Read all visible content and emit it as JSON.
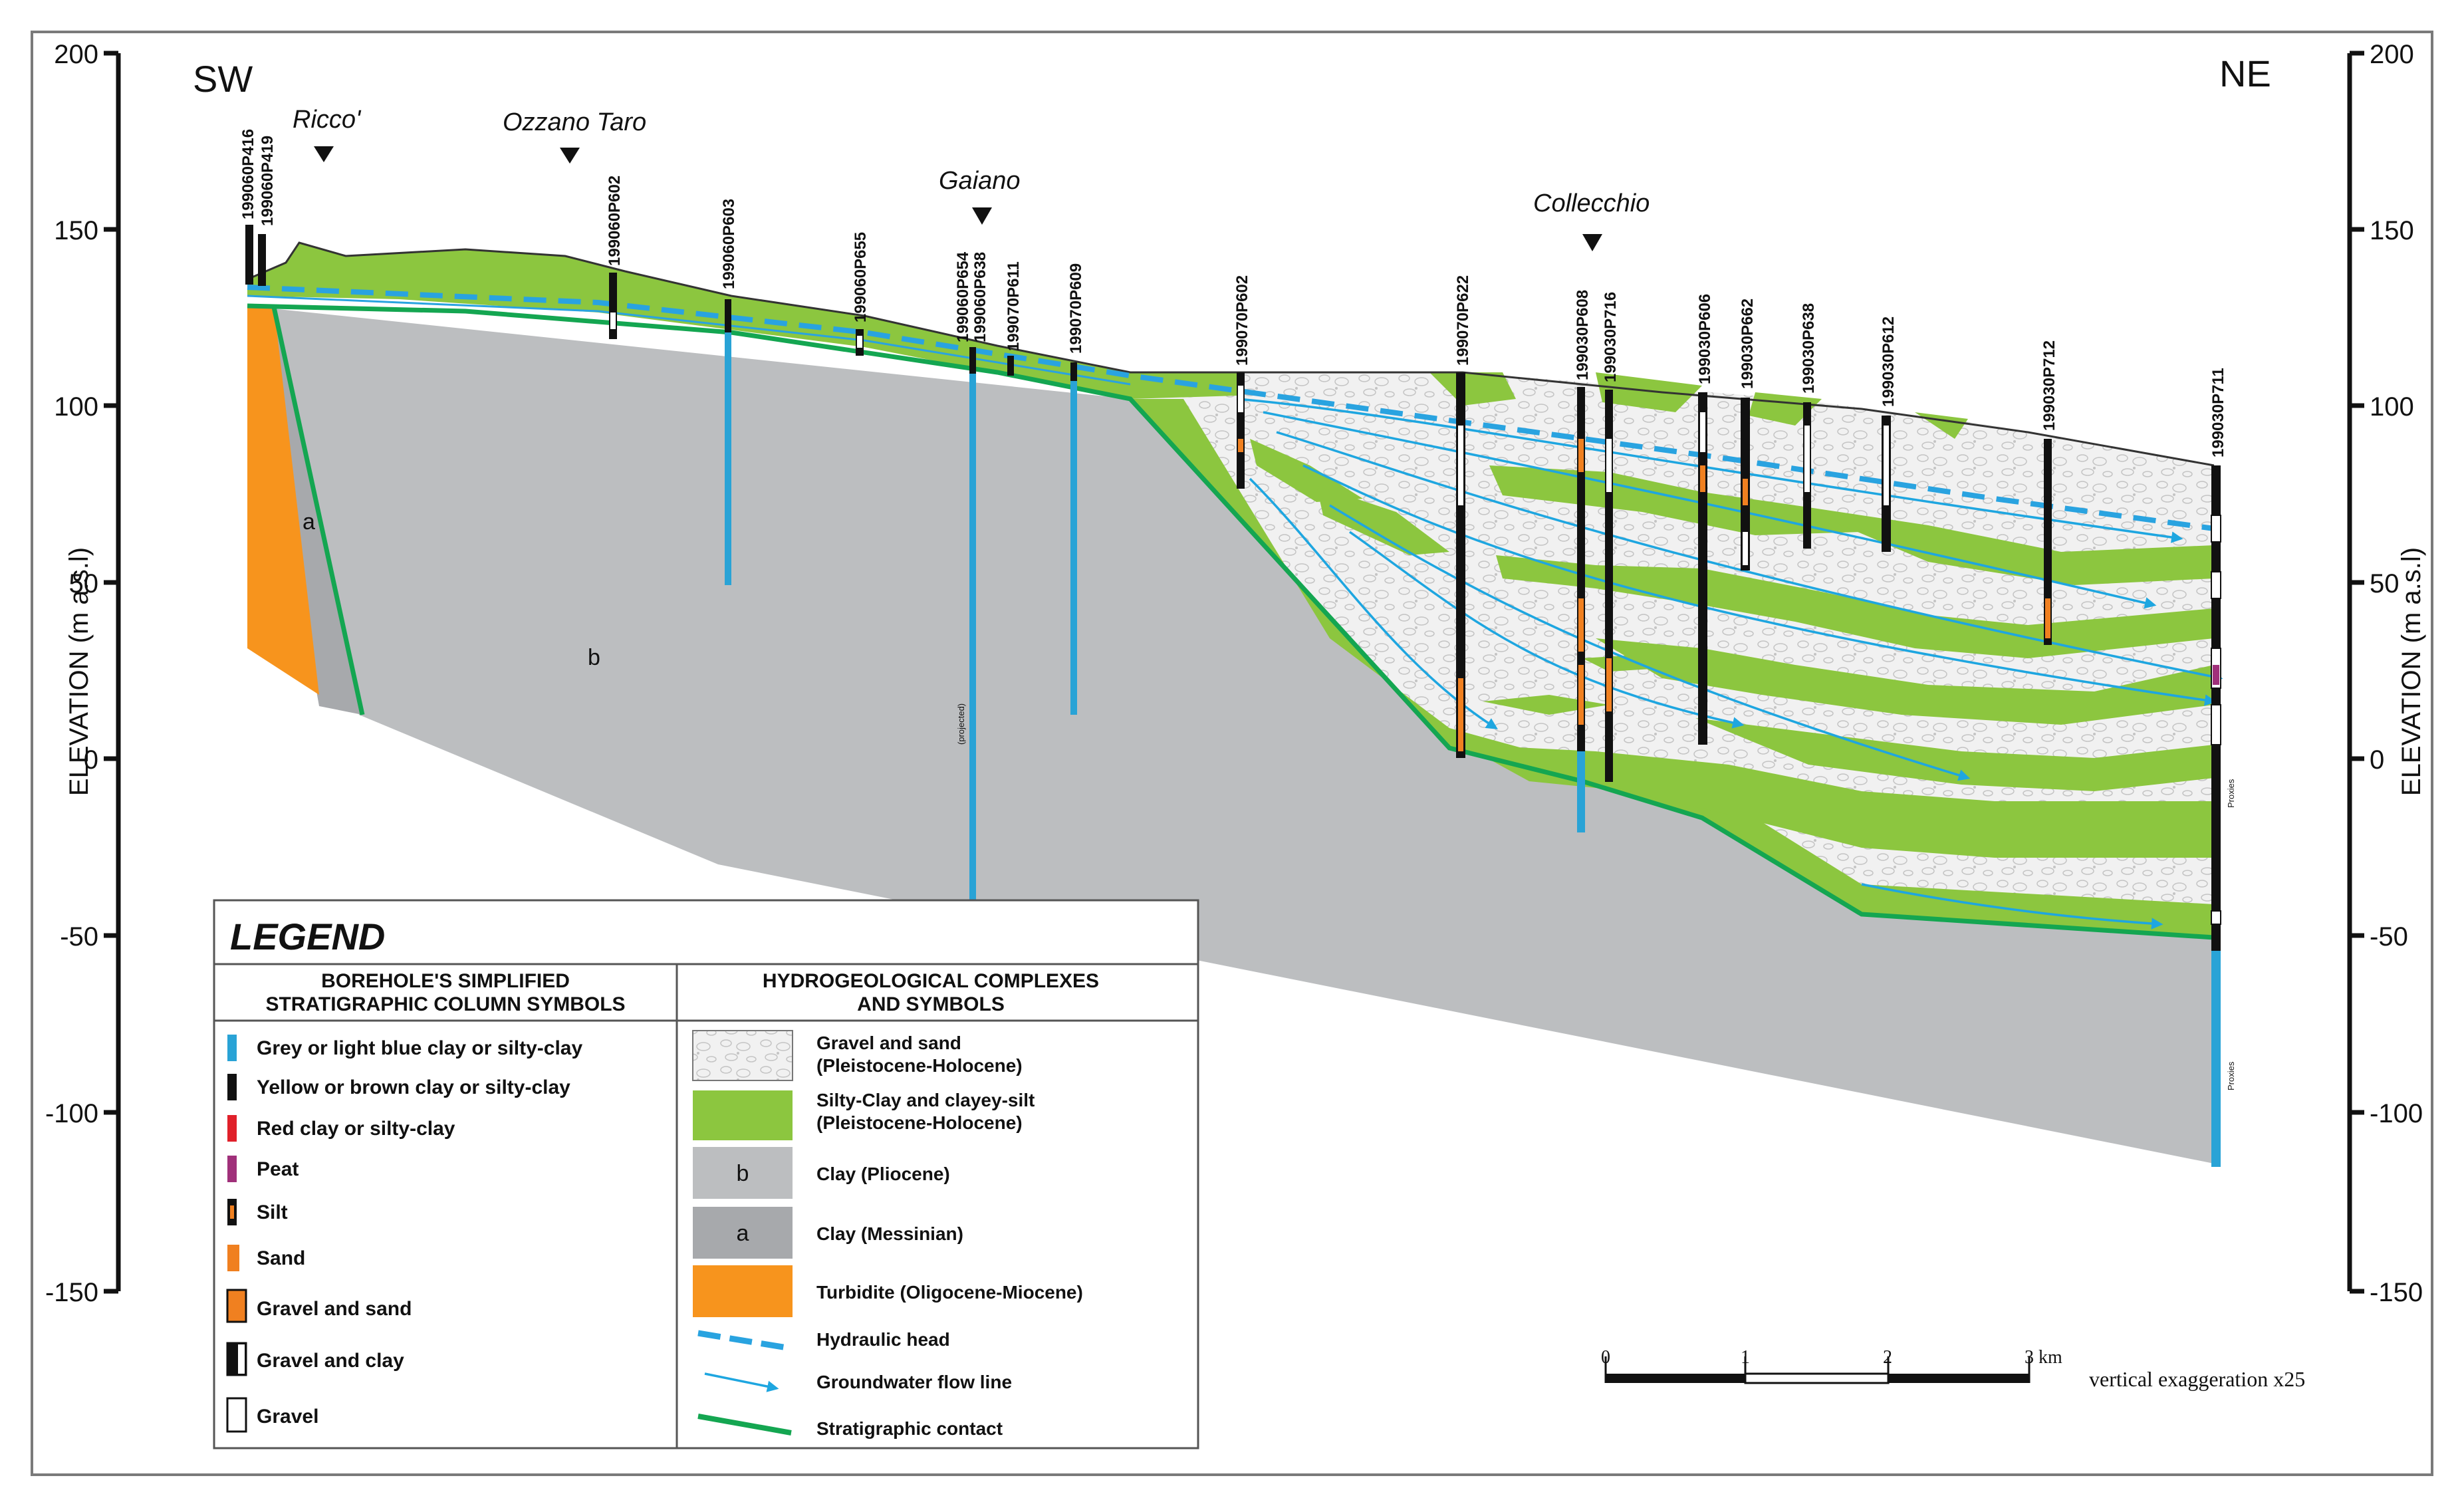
{
  "directions": {
    "left": "SW",
    "right": "NE"
  },
  "axis": {
    "label": "ELEVATION (m a.s.l)",
    "ticks": [
      "200",
      "150",
      "100",
      "50",
      "0",
      "-50",
      "-100",
      "-150"
    ]
  },
  "localities": [
    "Ricco'",
    "Ozzano Taro",
    "Gaiano",
    "Collecchio"
  ],
  "boreholes": [
    "199060P416",
    "199060P419",
    "199060P602",
    "199060P603",
    "199060P655",
    "199060P654",
    "199060P638",
    "199070P611",
    "199070P609",
    "199070P602",
    "199070P622",
    "199030P608",
    "199030P716",
    "199030P606",
    "199030P662",
    "199030P638",
    "199030P612",
    "199030P712",
    "199030P711"
  ],
  "unit_labels": {
    "messinian": "a",
    "pliocene": "b"
  },
  "small_labels": {
    "projected": "(projected)",
    "proxy1": "Proxies",
    "proxy2": "Proxies"
  },
  "legend": {
    "title": "LEGEND",
    "left_header": [
      "BOREHOLE'S SIMPLIFIED",
      "STRATIGRAPHIC COLUMN SYMBOLS"
    ],
    "right_header": [
      "HYDROGEOLOGICAL COMPLEXES",
      "AND SYMBOLS"
    ],
    "column_symbols": [
      {
        "label": "Grey or light blue clay or silty-clay",
        "color": "#29a3d6"
      },
      {
        "label": "Yellow or brown clay or silty-clay",
        "color": "#111111"
      },
      {
        "label": "Red clay or silty-clay",
        "color": "#e0202a"
      },
      {
        "label": "Peat",
        "color": "#a0307a"
      },
      {
        "label": "Silt",
        "color": "#111111"
      },
      {
        "label": "Sand",
        "color": "#f08020"
      },
      {
        "label": "Gravel and sand",
        "color": "#f08020"
      },
      {
        "label": "Gravel and clay",
        "color": "#111111"
      },
      {
        "label": "Gravel",
        "color": "#ffffff"
      }
    ],
    "complexes": [
      {
        "title": "Gravel and sand",
        "subtitle": "(Pleistocene-Holocene)"
      },
      {
        "title": "Silty-Clay and clayey-silt",
        "subtitle": "(Pleistocene-Holocene)"
      },
      {
        "title": "Clay (Pliocene)",
        "letter": "b"
      },
      {
        "title": "Clay (Messinian)",
        "letter": "a"
      },
      {
        "title": "Turbidite (Oligocene-Miocene)"
      }
    ],
    "line_symbols": [
      "Hydraulic head",
      "Groundwater flow line",
      "Stratigraphic contact"
    ]
  },
  "scale": {
    "ticks": [
      "0",
      "1",
      "2",
      "3 km"
    ],
    "note": "vertical exaggeration x25"
  },
  "colors": {
    "gravel": "#eeeeee",
    "silty_clay": "#8cc63f",
    "pliocene": "#bcbec0",
    "messinian": "#a7a9ac",
    "turbidite": "#f7941d",
    "hydraulic_head": "#29a3e0",
    "flow_line": "#1ea6e0",
    "contact": "#14a651"
  }
}
